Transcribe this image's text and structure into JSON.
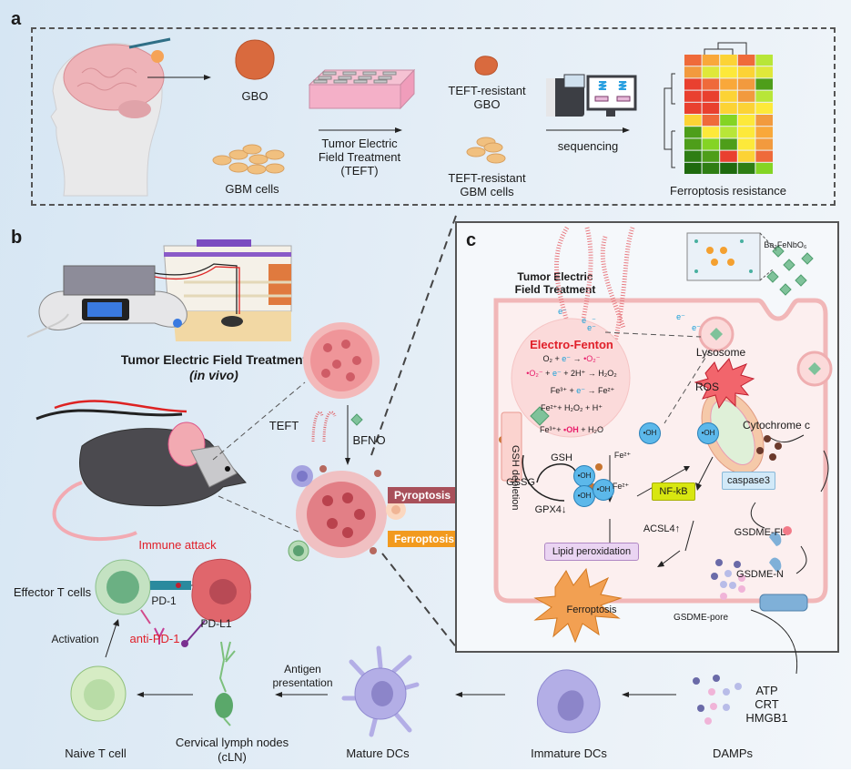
{
  "panels": {
    "a": {
      "letter": "a",
      "labels": {
        "gbo": "GBO",
        "gbm_cells": "GBM cells",
        "teft_line1": "Tumor Electric",
        "teft_line2": "Field Treatment",
        "teft_line3": "(TEFT)",
        "resistant_gbo_line1": "TEFT-resistant",
        "resistant_gbo_line2": "GBO",
        "resistant_cells_line1": "TEFT-resistant",
        "resistant_cells_line2": "GBM cells",
        "sequencing": "sequencing",
        "ferroptosis_resistance": "Ferroptosis resistance"
      },
      "heatmap": {
        "rows": [
          [
            "#ef6a3a",
            "#f9a83a",
            "#fcd335",
            "#ef6a3a",
            "#b8e638"
          ],
          [
            "#f29a3e",
            "#dfe83a",
            "#fde93a",
            "#fcd335",
            "#dfe83a"
          ],
          [
            "#e9402f",
            "#ef6a3a",
            "#f9a83a",
            "#f29a3e",
            "#4e9e1a"
          ],
          [
            "#e9402f",
            "#e9402f",
            "#fcd335",
            "#f29a3e",
            "#b8e638"
          ],
          [
            "#e9402f",
            "#e9402f",
            "#fcd335",
            "#fcd335",
            "#fde93a"
          ],
          [
            "#fcd335",
            "#ef6a3a",
            "#84d424",
            "#fde93a",
            "#f29a3e"
          ],
          [
            "#4e9e1a",
            "#fde93a",
            "#b8e638",
            "#fde93a",
            "#f9a83a"
          ],
          [
            "#4e9e1a",
            "#84d424",
            "#4e9e1a",
            "#fde93a",
            "#f29a3e"
          ],
          [
            "#2e7e14",
            "#4e9e1a",
            "#e9402f",
            "#fcd335",
            "#ef6a3a"
          ],
          [
            "#1e6a0e",
            "#2e7e14",
            "#1e6a0e",
            "#2e7e14",
            "#84d424"
          ]
        ]
      }
    },
    "b": {
      "letter": "b",
      "title": "Tumor Electric Field Treatment",
      "subtitle": "(in vivo)",
      "teft": "TEFT",
      "bfno": "BFNO",
      "pyroptosis": "Pyroptosis",
      "ferroptosis": "Ferroptosis",
      "immune_attack": "Immune attack",
      "effector_t_cells": "Effector T cells",
      "pd1": "PD-1",
      "pdl1": "PD-L1",
      "anti_pd1": "anti-PD-1",
      "activation": "Activation",
      "naive_t_cell": "Naive T cell",
      "cln_line1": "Cervical lymph nodes",
      "cln_line2": "(cLN)",
      "antigen_line1": "Antigen",
      "antigen_line2": "presentation",
      "mature_dcs": "Mature DCs",
      "immature_dcs": "Immature DCs",
      "damps": "DAMPs",
      "atp": "ATP",
      "crt": "CRT",
      "hmgb1": "HMGB1",
      "colors": {
        "pyroptosis": "#a8505a",
        "ferroptosis": "#f29a1e",
        "immune_attack": "#e0202a"
      }
    },
    "c": {
      "letter": "c",
      "teft_line1": "Tumor Electric",
      "teft_line2": "Field Treatment",
      "material": "Ba₂FeNbO₆",
      "electro_fenton": "Electro-Fenton",
      "equations": {
        "eq1": {
          "a": "O₂ + ",
          "e": "e⁻",
          "b": " → ",
          "c": "•O₂⁻"
        },
        "eq2": {
          "a": "•O₂⁻",
          "b": " + ",
          "e": "e⁻",
          "c": " + 2H⁺ → H₂O₂"
        },
        "eq3": {
          "a": "Fe³⁺ + ",
          "e": "e⁻",
          "b": " → Fe²⁺"
        },
        "eq4": "Fe²⁺+ H₂O₂ + H⁺",
        "eq5": {
          "a": "Fe³⁺+ ",
          "oh": "•OH",
          "b": " + H₂O"
        }
      },
      "electron": "e⁻",
      "lysosome": "Lysosome",
      "ros": "ROS",
      "oh": "•OH",
      "fe2": "Fe²⁺",
      "gsh_depletion": "GSH depletion",
      "gsh": "GSH",
      "gssg": "GSSG",
      "gpx4": "GPX4↓",
      "nfkb": "NF-kB",
      "acsl4": "ACSL4↑",
      "lipid_peroxidation": "Lipid peroxidation",
      "ferroptosis": "Ferroptosis",
      "cytochrome_c": "Cytochrome c",
      "caspase3": "caspase3",
      "gsdme_fl": "GSDME-FL",
      "gsdme_n": "GSDME-N",
      "gsdme_pore": "GSDME-pore"
    }
  }
}
